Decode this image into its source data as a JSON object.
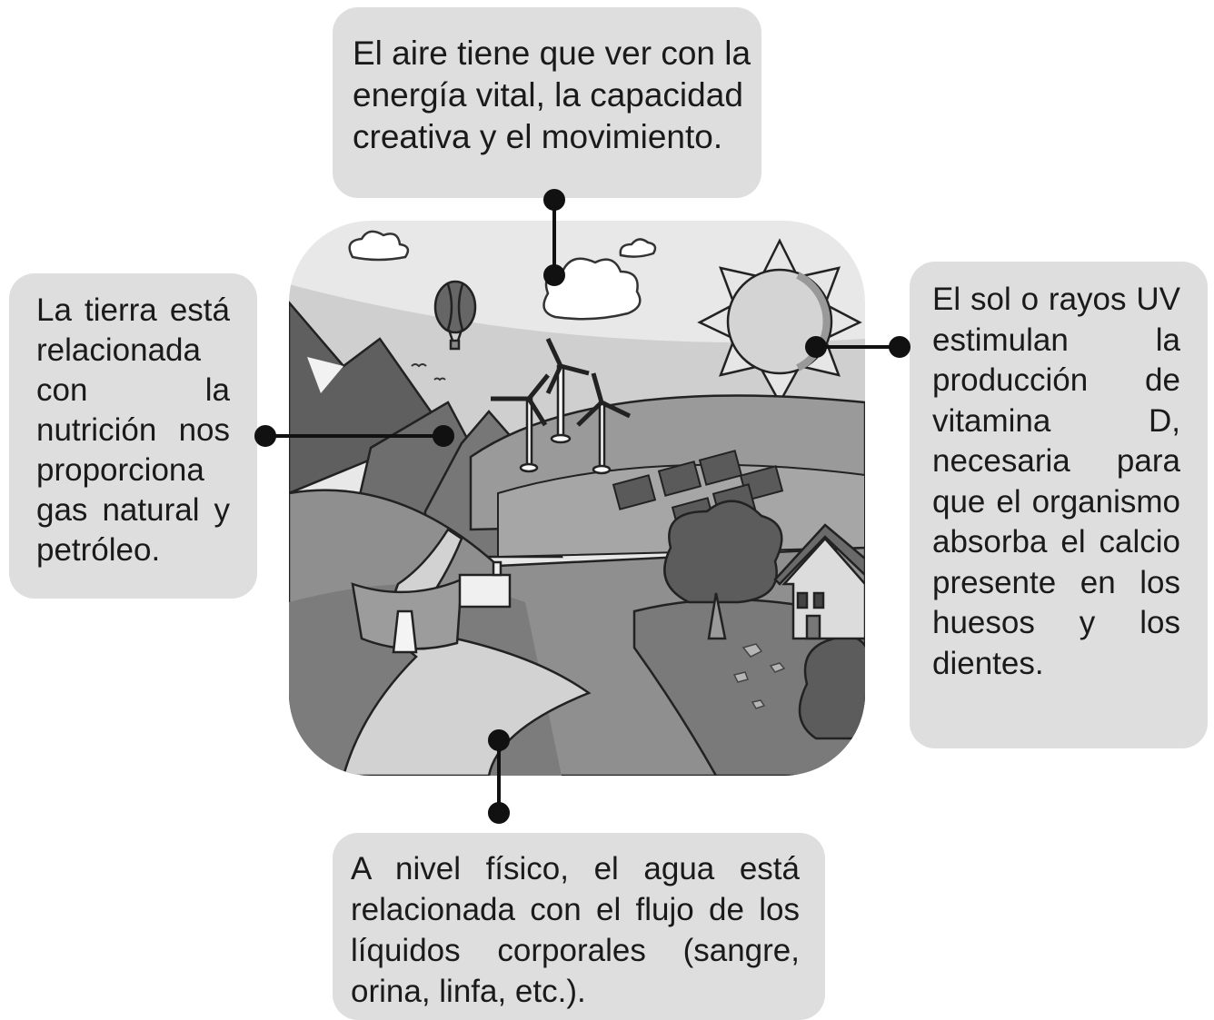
{
  "callouts": {
    "air": "El aire tiene que ver con la energía vital, la capacidad creativa y el movimiento.",
    "earth": "La tierra está relacionada con la nutrición nos proporciona gas natural y petróleo.",
    "sun": "El sol o rayos UV estimulan la producción de vitamina D, necesaria para que el organismo absorba el calcio presente en los huesos y los dientes.",
    "water": "A nivel físico, el agua está relacionada con el flujo de los líquidos corporales (sangre, orina, linfa, etc.)."
  },
  "colors": {
    "callout_bg": "#dedede",
    "connector": "#111111",
    "sky": "#e6e6e6",
    "mountain_dark": "#707070",
    "mountain_mid": "#8c8c8c",
    "field_light": "#b5b5b5",
    "river": "#d0d0d0"
  },
  "icons": [
    "cloud-icon",
    "hot-air-balloon-icon",
    "wind-turbine-icon",
    "sun-icon",
    "solar-panel-icon",
    "house-icon",
    "tree-icon",
    "dam-icon",
    "mountain-icon",
    "bird-icon"
  ]
}
